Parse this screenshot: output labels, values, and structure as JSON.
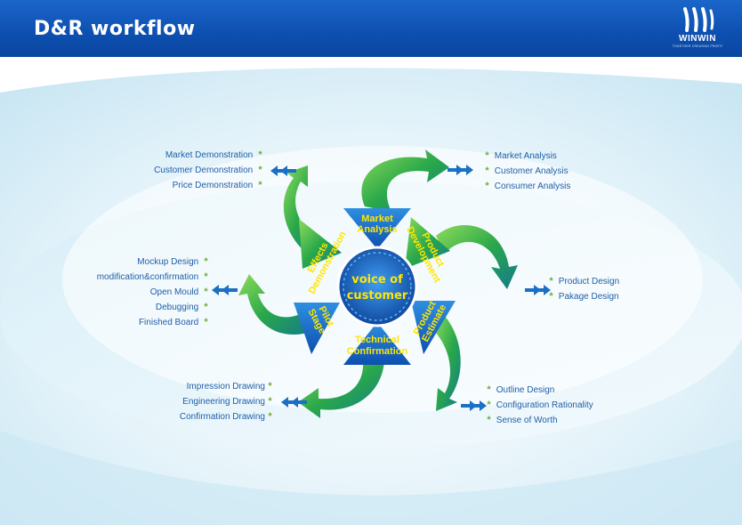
{
  "header": {
    "title": "D&R workflow",
    "logo_text": "WINWIN",
    "logo_tagline": "TOGETHER CREATING PROFIT"
  },
  "center": {
    "line1": "voice of",
    "line2": "customer"
  },
  "segments": {
    "market": [
      "Market",
      "Analysis"
    ],
    "product_dev": [
      "Product",
      "Development"
    ],
    "product_est": [
      "Product",
      "Estimate"
    ],
    "technical": [
      "Technical",
      "Confirmation"
    ],
    "pilot": [
      "Pilot",
      "Stage"
    ],
    "effects": [
      "Effects",
      "Demonstration"
    ]
  },
  "lists": {
    "market_analysis": [
      "Market  Analysis",
      "Customer  Analysis",
      "Consumer  Analysis"
    ],
    "product_design": [
      "Product  Design",
      "Pakage  Design"
    ],
    "outline": [
      "Outline  Design",
      "Configuration Rationality",
      "Sense of Worth"
    ],
    "drawing": [
      "Impression Drawing",
      "Engineering Drawing",
      "Confirmation Drawing"
    ],
    "mockup": [
      "Mockup Design",
      "modification&confirmation",
      "Open Mould",
      "Debugging",
      "Finished Board"
    ],
    "demonstration": [
      "Market Demonstration",
      "Customer Demonstration",
      "Price Demonstration"
    ]
  },
  "bullet_symbol": "*",
  "colors": {
    "header": "#0d4fb0",
    "arrow_green": "#2aa84a",
    "arrow_blue": "#1b6fc4",
    "text_blue": "#1f5fa8",
    "label_yellow": "#ffe600"
  }
}
